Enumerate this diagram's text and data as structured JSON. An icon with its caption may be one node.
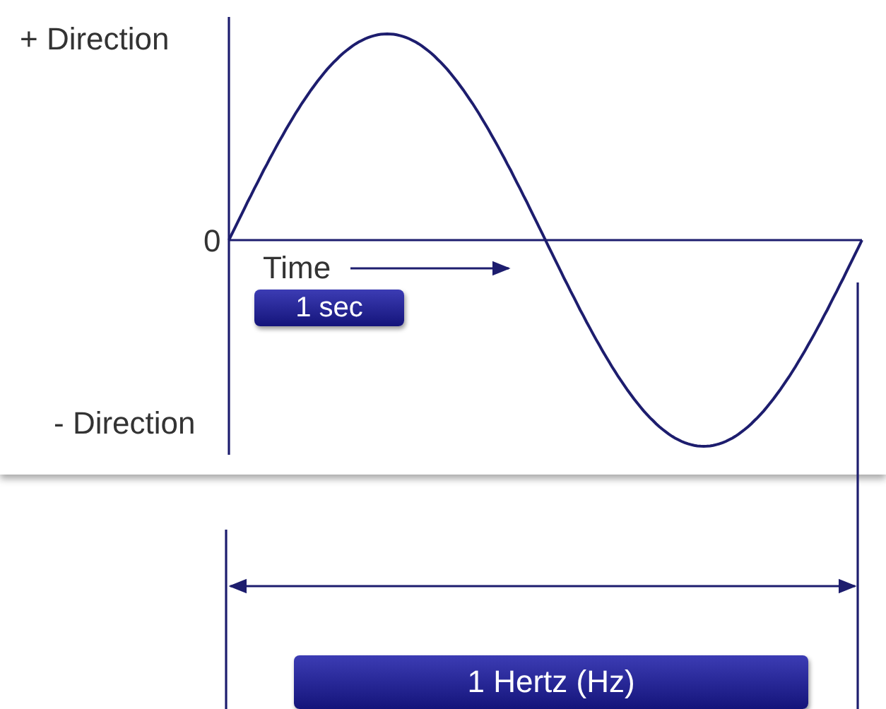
{
  "diagram": {
    "nodes": [
      {
        "text": [
          "1 sec"
        ]
      },
      {
        "text": [
          "1 Hertz (Hz)"
        ]
      }
    ],
    "edges": [],
    "labels": [
      "+ Direction",
      "0",
      "Time",
      "- Direction"
    ]
  }
}
